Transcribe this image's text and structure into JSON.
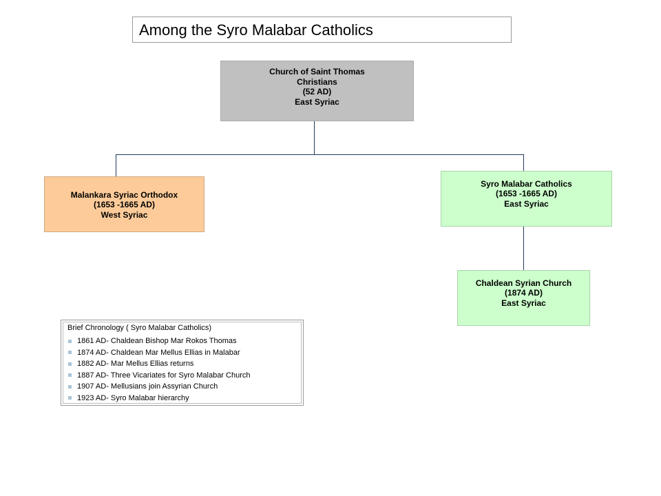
{
  "title": "Among the Syro Malabar Catholics",
  "nodes": {
    "root": {
      "lines": [
        "Church of Saint Thomas",
        "Christians",
        "(52 AD)",
        "East Syriac"
      ]
    },
    "malankara": {
      "lines": [
        "Malankara Syriac Orthodox",
        "(1653 -1665 AD)",
        "West Syriac"
      ]
    },
    "syro_malabar": {
      "lines": [
        "Syro Malabar Catholics",
        "(1653 -1665 AD)",
        "East Syriac"
      ]
    },
    "chaldean": {
      "lines": [
        "Chaldean Syrian Church",
        "(1874 AD)",
        "East Syriac"
      ]
    }
  },
  "colors": {
    "root": "#c0c0c0",
    "malankara": "#fdcb99",
    "syro_malabar": "#ccffcc",
    "chaldean": "#ccffcc",
    "connector": "#1f3a5a",
    "bullet": "#a9c4d8"
  },
  "chronology": {
    "title": "Brief Chronology ( Syro Malabar Catholics)",
    "items": [
      "1861 AD- Chaldean Bishop Mar Rokos Thomas",
      "1874 AD- Chaldean Mar Mellus Ellias in Malabar",
      "1882 AD- Mar Mellus Ellias returns",
      "1887 AD- Three Vicariates for Syro Malabar Church",
      "1907 AD- Mellusians  join Assyrian Church",
      "1923 AD- Syro Malabar hierarchy"
    ]
  }
}
